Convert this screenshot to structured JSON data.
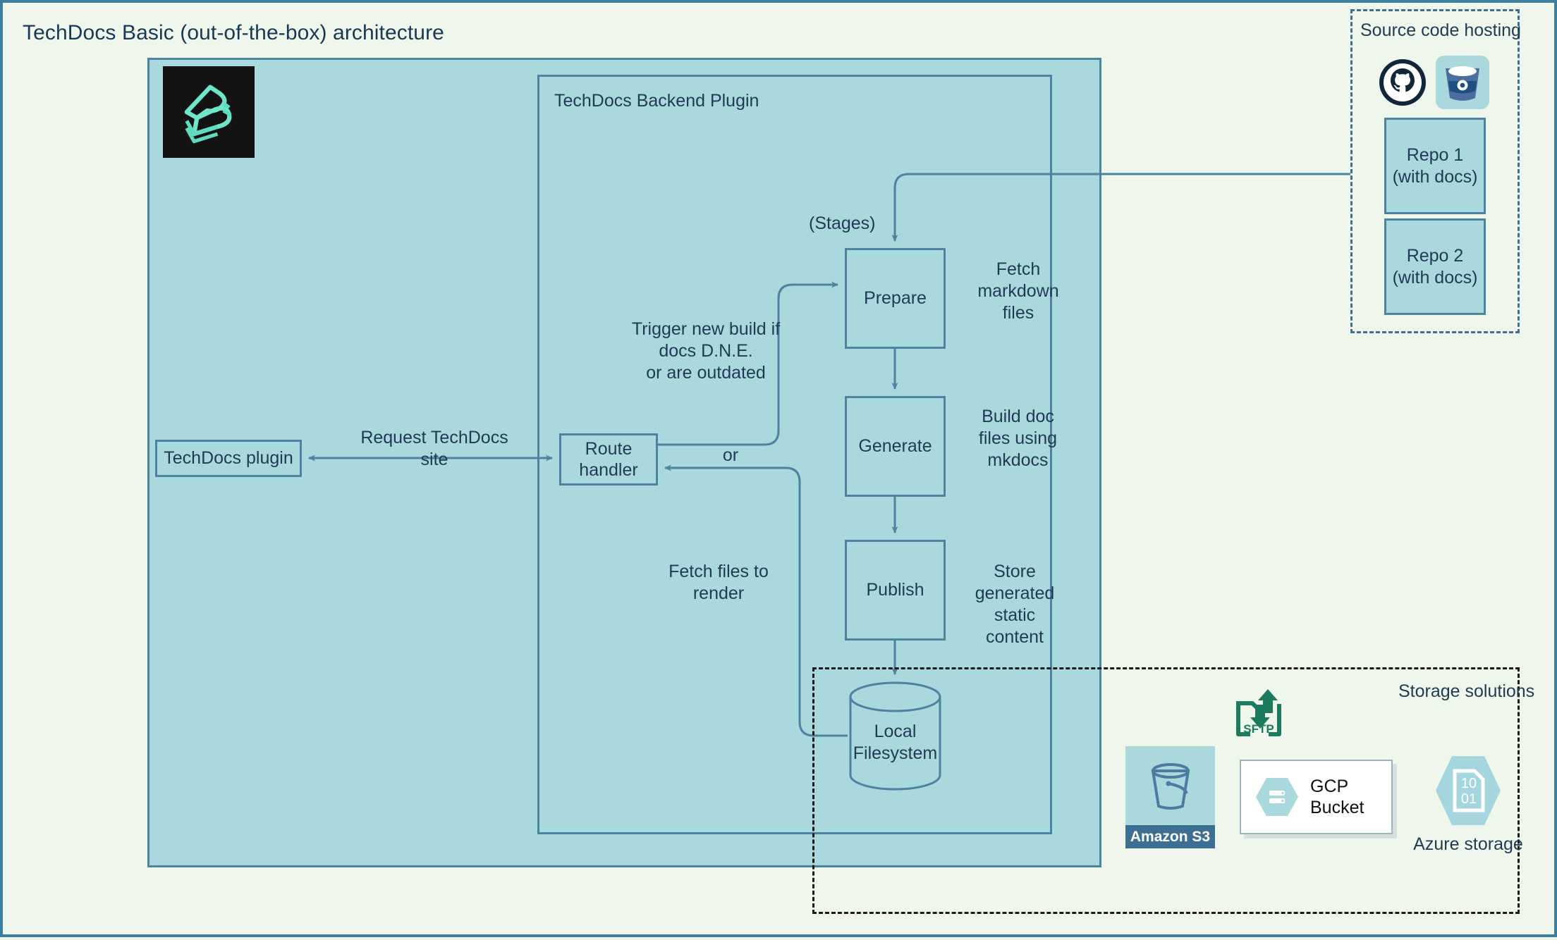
{
  "title": "TechDocs Basic (out-of-the-box) architecture",
  "backstage": {
    "logo_icon": "backstage-logo-icon"
  },
  "backend": {
    "label": "TechDocs Backend Plugin",
    "stages_label": "(Stages)",
    "stages": [
      {
        "name": "Prepare",
        "note": "Fetch\nmarkdown\nfiles"
      },
      {
        "name": "Generate",
        "note": "Build doc\nfiles using\nmkdocs"
      },
      {
        "name": "Publish",
        "note": "Store\ngenerated\nstatic\ncontent"
      }
    ]
  },
  "frontend": {
    "techdocs_plugin": "TechDocs plugin",
    "route_handler_line1": "Route",
    "route_handler_line2": "handler"
  },
  "edges": {
    "request": "Request TechDocs site",
    "trigger": "Trigger new build if\ndocs D.N.E.\nor are outdated",
    "or": "or",
    "fetch_files": "Fetch files to\nrender"
  },
  "local_storage": {
    "label": "Local\nFilesystem"
  },
  "storage_group": {
    "label": "Storage solutions",
    "items": [
      {
        "name": "Amazon S3",
        "icon": "amazon-s3-icon"
      },
      {
        "name": "SFTP",
        "icon": "sftp-icon"
      },
      {
        "name": "GCP\nBucket",
        "icon": "gcp-bucket-icon"
      },
      {
        "name": "Azure storage",
        "icon": "azure-storage-icon"
      }
    ]
  },
  "source_group": {
    "label": "Source code hosting",
    "icons": [
      "github-icon",
      "bitbucket-icon"
    ],
    "repos": [
      {
        "line1": "Repo 1",
        "line2": "(with docs)"
      },
      {
        "line2_": "",
        "line1b": "Repo 2",
        "line2b": "(with docs)"
      }
    ],
    "repo1_line1": "Repo 1",
    "repo1_line2": "(with docs)",
    "repo2_line1": "Repo 2",
    "repo2_line2": "(with docs)"
  },
  "colors": {
    "page_background": "#eff7ec",
    "panel_fill": "#a9d8dd",
    "stroke": "#4b83a0",
    "text": "#1f3b54",
    "sftp_green": "#1c7a5e",
    "s3_bar": "#3d6f92",
    "azure_hex": "#a5d6de"
  }
}
